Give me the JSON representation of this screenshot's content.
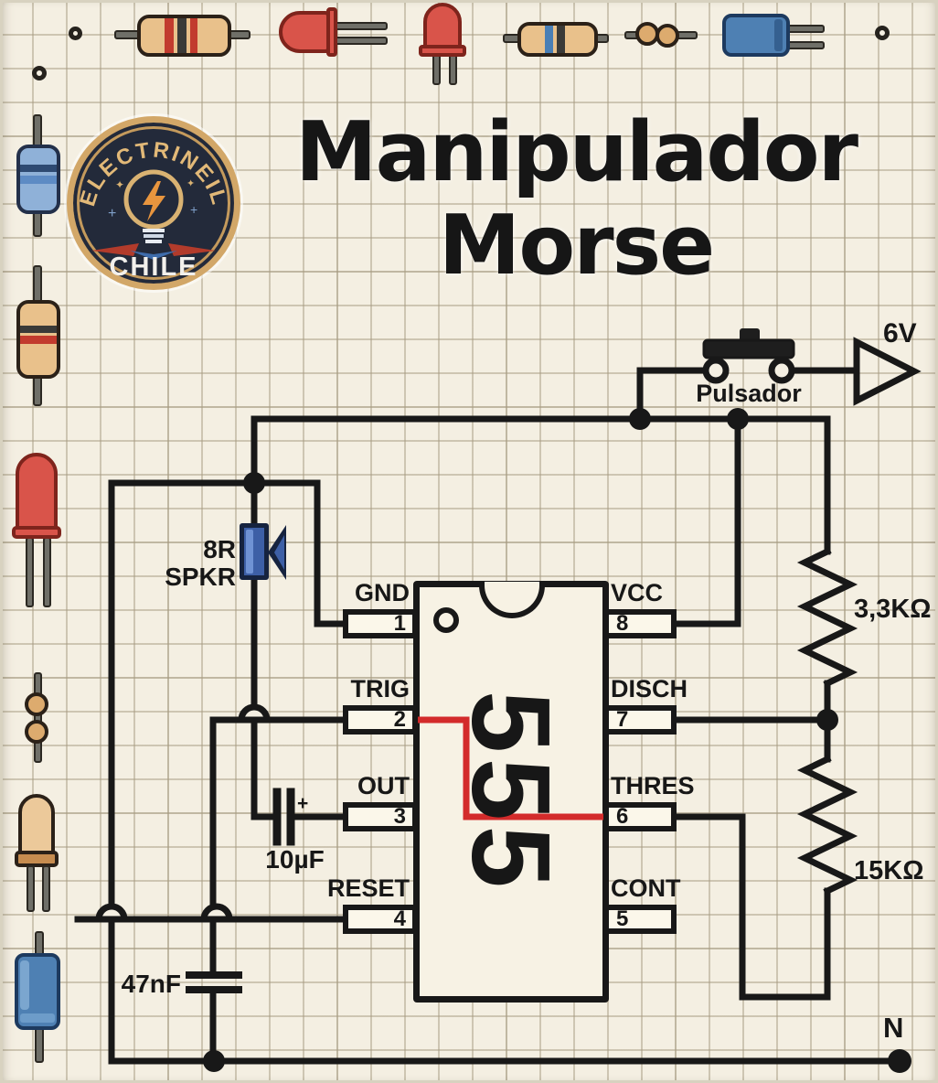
{
  "title": {
    "line1": "Manipulador",
    "line2": "Morse"
  },
  "logo": {
    "arc_text": "ELECTRINEIL",
    "country": "CHILE"
  },
  "ic": {
    "name": "555",
    "pins_left": [
      {
        "label": "GND",
        "number": "1"
      },
      {
        "label": "TRIG",
        "number": "2"
      },
      {
        "label": "OUT",
        "number": "3"
      },
      {
        "label": "RESET",
        "number": "4"
      }
    ],
    "pins_right": [
      {
        "label": "VCC",
        "number": "8"
      },
      {
        "label": "DISCH",
        "number": "7"
      },
      {
        "label": "THRES",
        "number": "6"
      },
      {
        "label": "CONT",
        "number": "5"
      }
    ]
  },
  "labels": {
    "speaker_line1": "8R",
    "speaker_line2": "SPKR",
    "cap_electrolytic": "10µF",
    "cap_plus": "+",
    "cap_film": "47nF",
    "push_button": "Pulsador",
    "supply": "6V",
    "resistor_top": "3,3KΩ",
    "resistor_bottom": "15KΩ",
    "node": "N"
  },
  "colors": {
    "paper": "#f4efe2",
    "wire": "#181818",
    "highlight_wire": "#d32b2b",
    "ic_fill": "#f7f2e4",
    "speaker_blue": "#3d5fa6",
    "logo_navy": "#232a3a",
    "logo_gold": "#d2a768"
  },
  "decorations": {
    "top_row": [
      "small-ring",
      "resistor",
      "led-side",
      "led-up",
      "resistor-film",
      "ferrite-beads",
      "capacitor"
    ],
    "left_column": [
      "resistor-blue",
      "resistor-tan",
      "led-red",
      "ferrite-beads",
      "led-tan",
      "capacitor-blue"
    ]
  }
}
